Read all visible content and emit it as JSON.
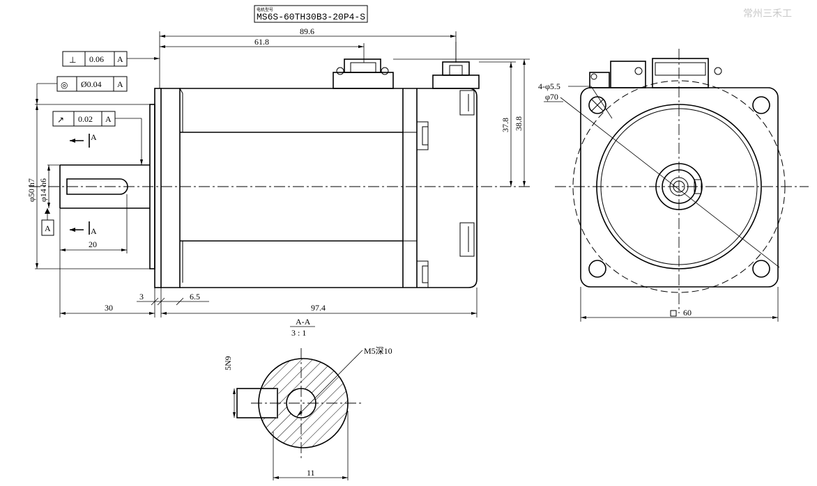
{
  "model": {
    "label": "电机型号",
    "value": "MS6S-60TH30B3-20P4-S"
  },
  "watermark": "常州三禾工",
  "dimensions": {
    "total_to_connector": "89.6",
    "to_first_connector": "61.8",
    "body_length": "97.4",
    "shaft_length": "30",
    "key_length": "20",
    "flange_thickness": "3",
    "pilot_offset": "6.5",
    "connector_height_1": "37.8",
    "connector_height_2": "38.8",
    "pilot_diameter": "φ50 h7",
    "shaft_diameter": "φ14 h6",
    "mount_holes": "4-φ5.5",
    "bolt_circle": "φ70",
    "square": "60",
    "section_width": "11",
    "key_tolerance": "5N9",
    "thread": "M5深10"
  },
  "tolerances": {
    "perpendicularity": {
      "symbol": "⊥",
      "value": "0.06",
      "datum": "A"
    },
    "concentricity": {
      "symbol": "◎",
      "value": "Ø0.04",
      "datum": "A"
    },
    "runout": {
      "symbol": "↗",
      "value": "0.02",
      "datum": "A"
    }
  },
  "datum": {
    "label": "A"
  },
  "section": {
    "mark_top": "A",
    "mark_bottom": "A",
    "title": "A-A",
    "scale": "3 : 1"
  }
}
